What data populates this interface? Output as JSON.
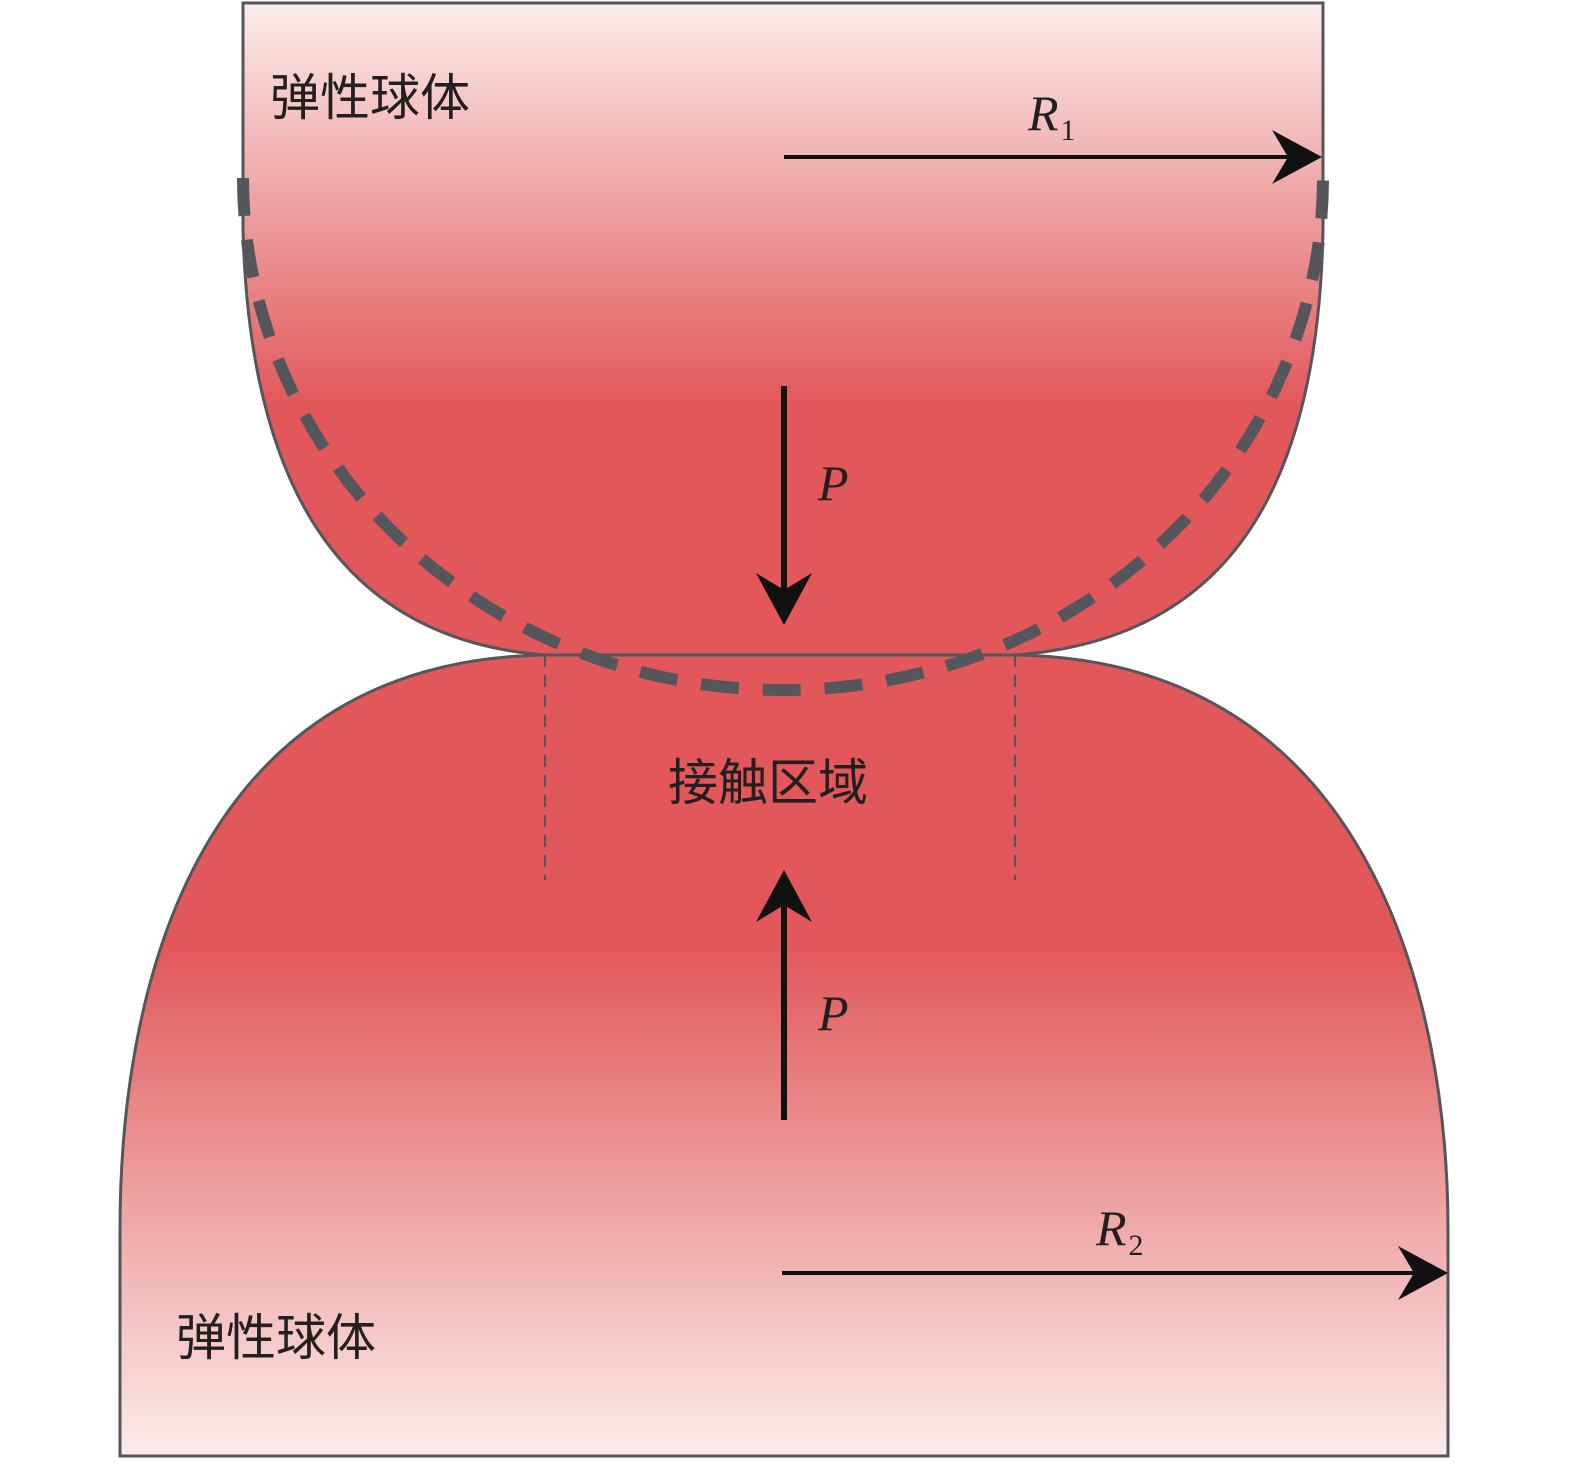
{
  "colors": {
    "body_fill_deep": "#e1575a",
    "body_fill_light": "#fbecea",
    "outline": "#55565b",
    "arrow": "#111111",
    "text": "#231f20"
  },
  "upper_body": {
    "label": "弹性球体",
    "radius_symbol": "R",
    "radius_subscript": "1"
  },
  "lower_body": {
    "label": "弹性球体",
    "radius_symbol": "R",
    "radius_subscript": "2"
  },
  "contact_region": {
    "label": "接触区域"
  },
  "forces": {
    "top": {
      "symbol": "P"
    },
    "bottom": {
      "symbol": "P"
    }
  }
}
